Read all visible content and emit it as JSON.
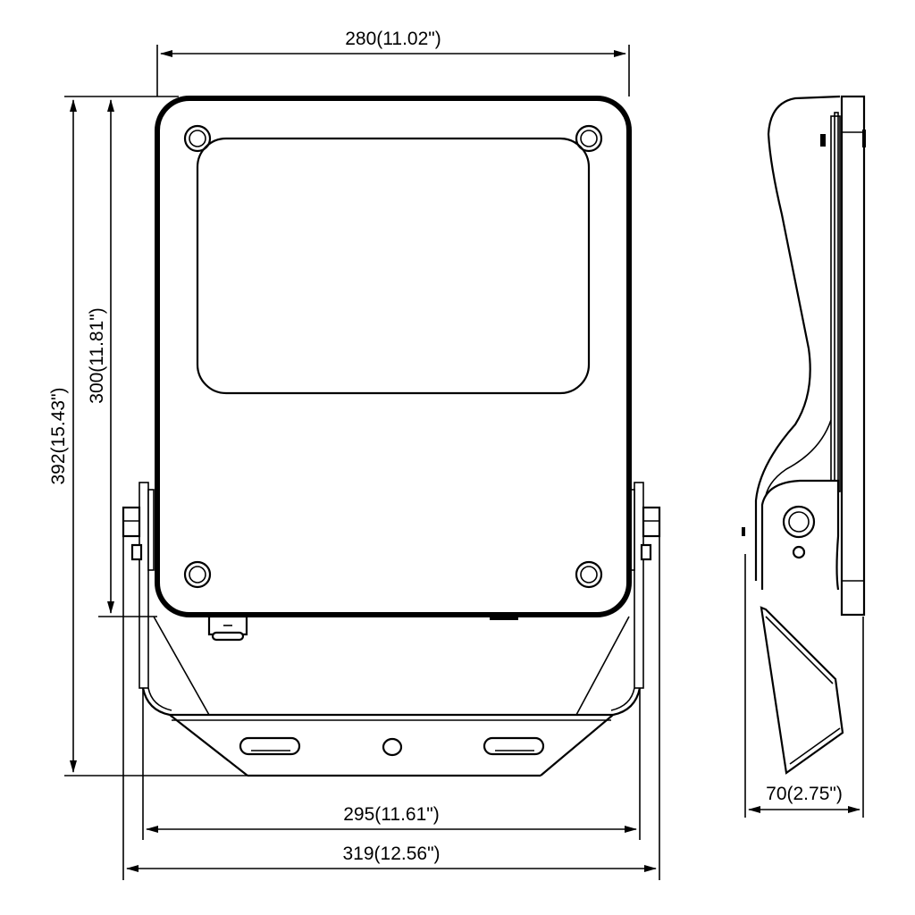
{
  "drawing": {
    "type": "technical dimension drawing",
    "subject": "LED floodlight with mounting bracket",
    "views": [
      "front-view",
      "side-view"
    ],
    "line_color": "#000000",
    "background_color": "#ffffff"
  },
  "dimensions": {
    "width_housing": {
      "mm": "280",
      "inch": "11.02\"",
      "label": "280(11.02\")"
    },
    "height_housing": {
      "mm": "300",
      "inch": "11.81\"",
      "label": "300(11.81\")"
    },
    "height_total": {
      "mm": "392",
      "inch": "15.43\"",
      "label": "392(15.43\")"
    },
    "width_bracket_inner": {
      "mm": "295",
      "inch": "11.61\"",
      "label": "295(11.61\")"
    },
    "width_bracket_outer": {
      "mm": "319",
      "inch": "12.56\"",
      "label": "319(12.56\")"
    },
    "depth": {
      "mm": "70",
      "inch": "2.75\"",
      "label": "70(2.75\")"
    }
  }
}
